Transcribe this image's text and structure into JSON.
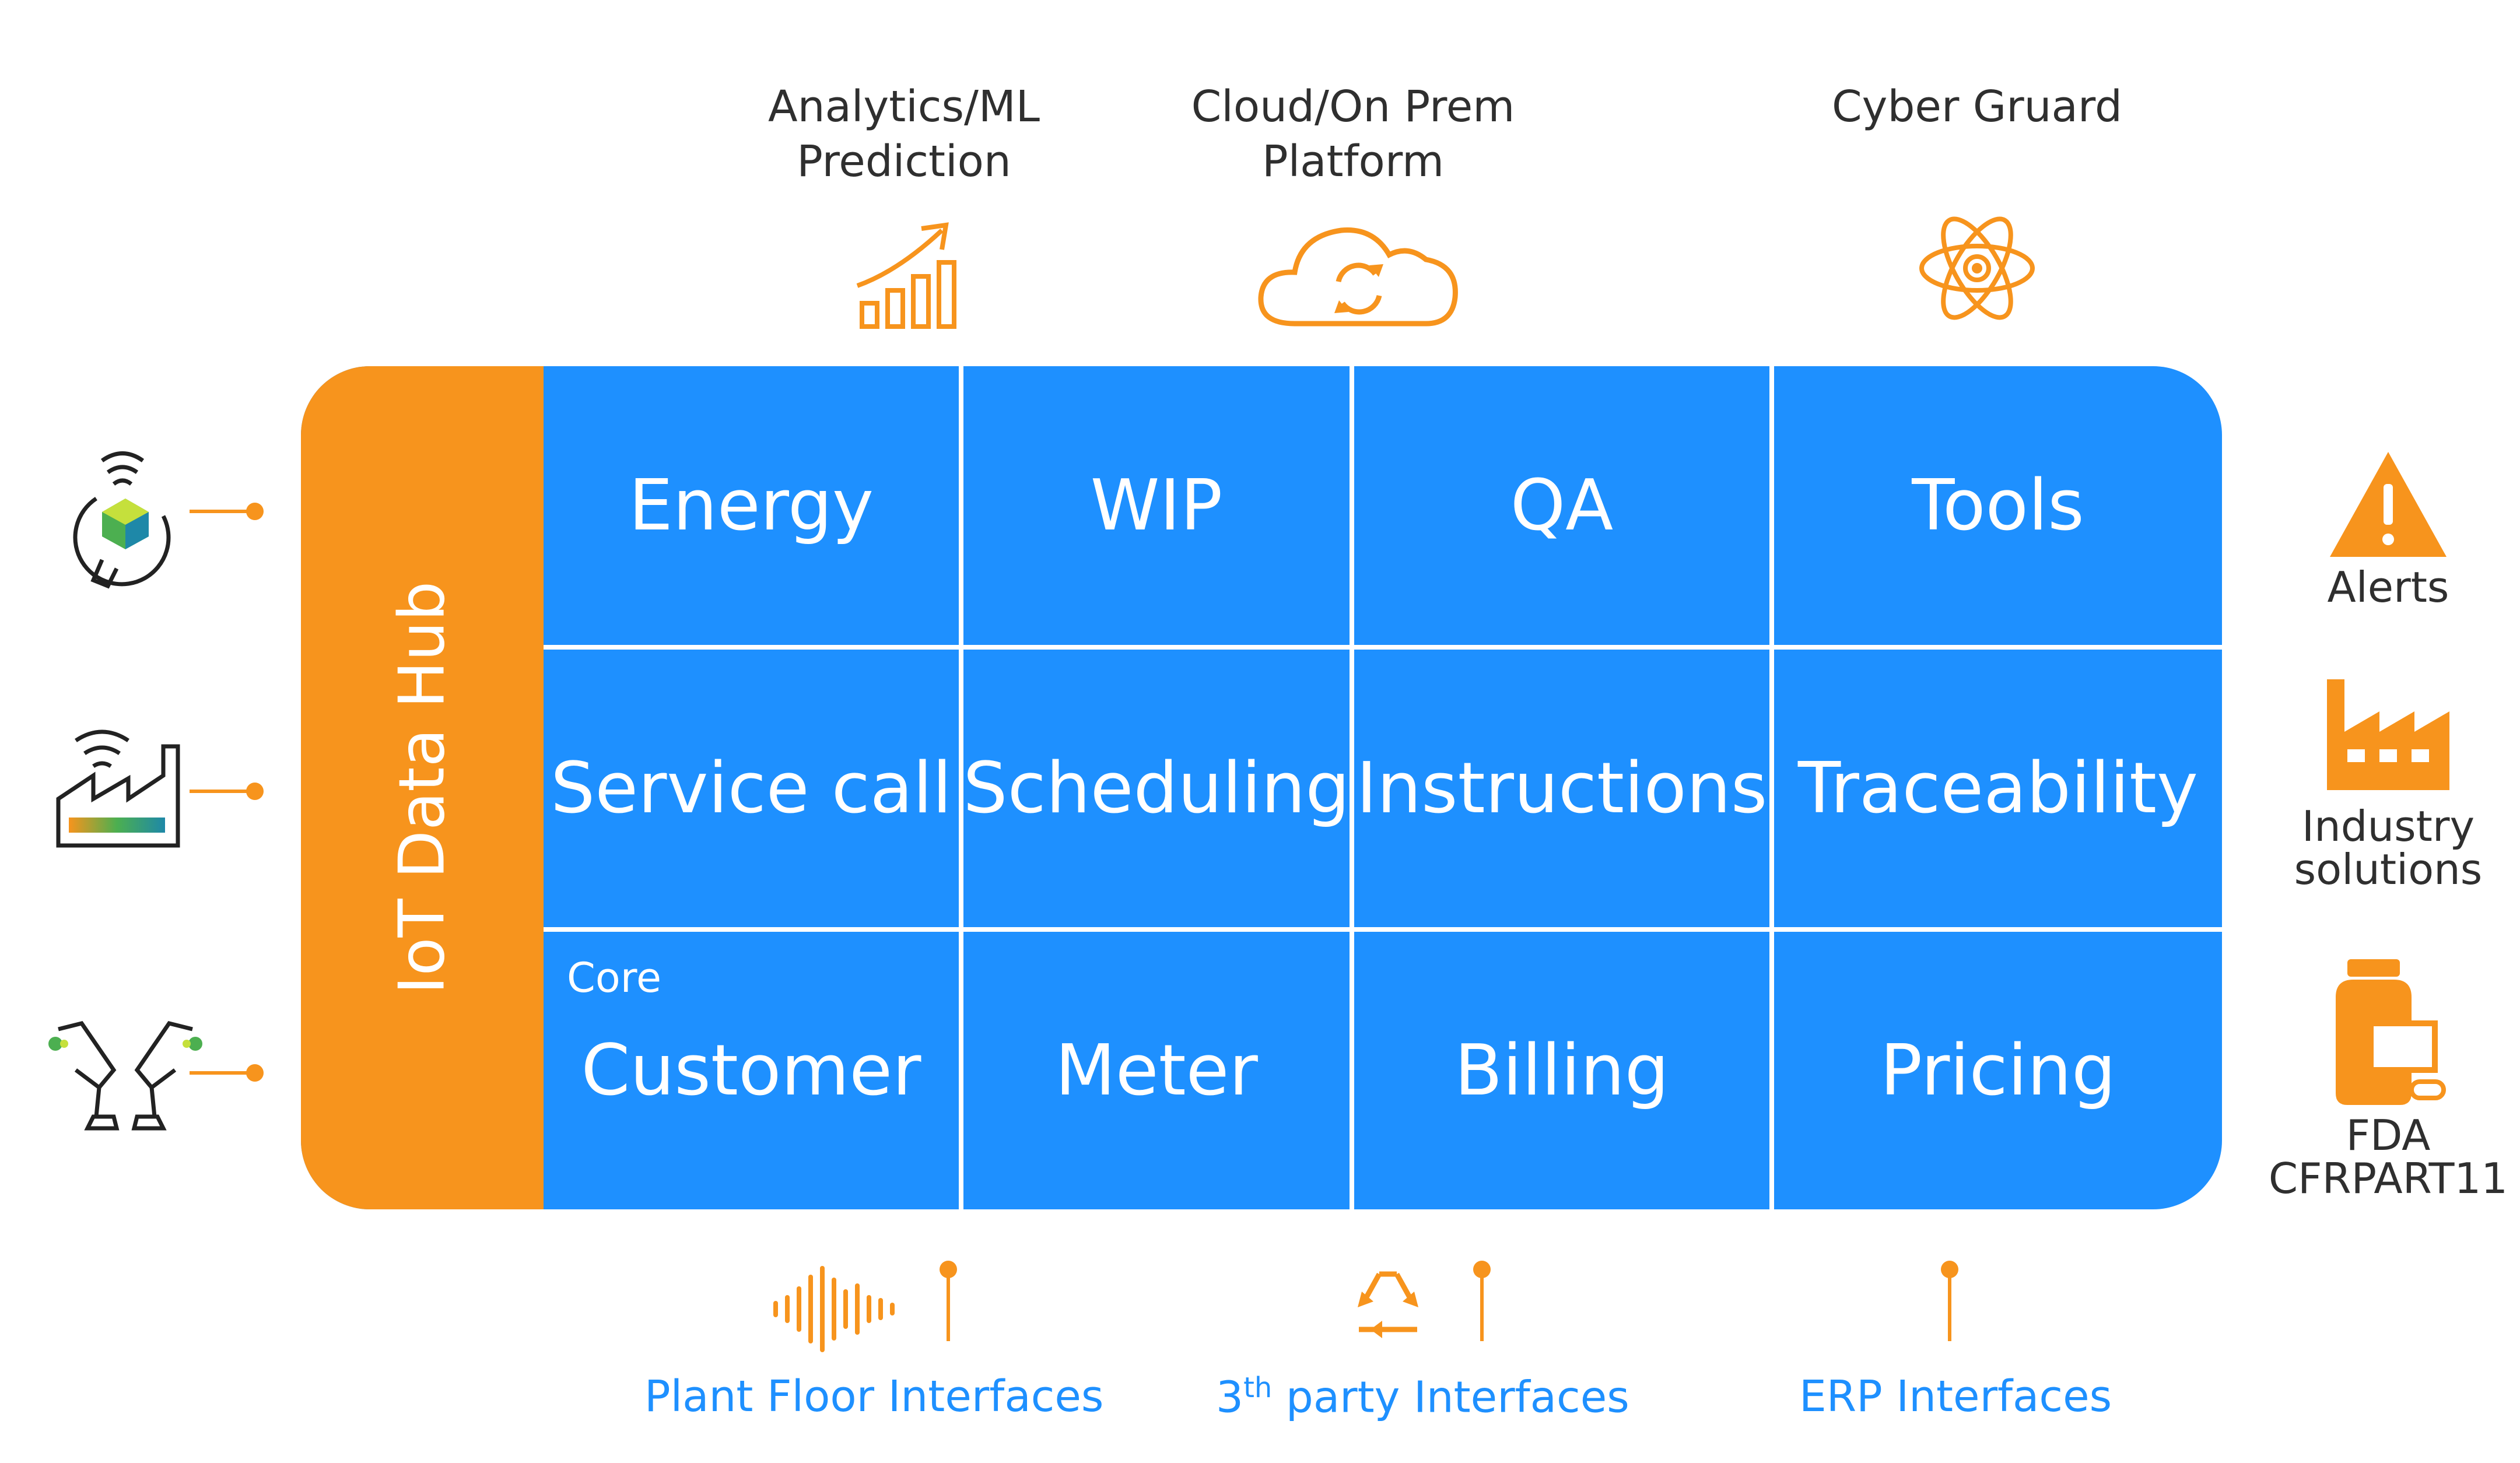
{
  "top": {
    "analytics_label": "Analytics/ML\nPrediction",
    "cloud_label": "Cloud/On Prem\nPlatform",
    "cyber_label": "Cyber Gruard"
  },
  "hub": {
    "title": "IoT Data Hub",
    "rows": [
      [
        "Energy",
        "WIP",
        "QA",
        "Tools"
      ],
      [
        "Service call",
        "Scheduling",
        "Instructions",
        "Traceability"
      ],
      [
        "Customer",
        "Meter",
        "Billing",
        "Pricing"
      ]
    ],
    "core_label": "Core"
  },
  "right": {
    "alerts_label": "Alerts",
    "industry_label": "Industry\nsolutions",
    "fda_label": "FDA\nCFRPART11"
  },
  "bottom": {
    "plant_floor_label": "Plant Floor Interfaces",
    "third_party_prefix": "3",
    "third_party_sup": "th",
    "third_party_rest": " party Interfaces",
    "erp_label": "ERP Interfaces"
  },
  "colors": {
    "orange": "#f7941d",
    "blue": "#1e90ff",
    "text": "#2f2f2f"
  },
  "icons": {
    "left": [
      "wireless-robot-icon",
      "wireless-factory-icon",
      "robot-arms-icon"
    ],
    "top": [
      "growth-chart-icon",
      "cloud-sync-icon",
      "atom-icon"
    ],
    "right": [
      "warning-icon",
      "factory-icon",
      "medicine-bottle-icon"
    ],
    "bottom": [
      "sound-wave-icon",
      "recycle-icon"
    ]
  }
}
